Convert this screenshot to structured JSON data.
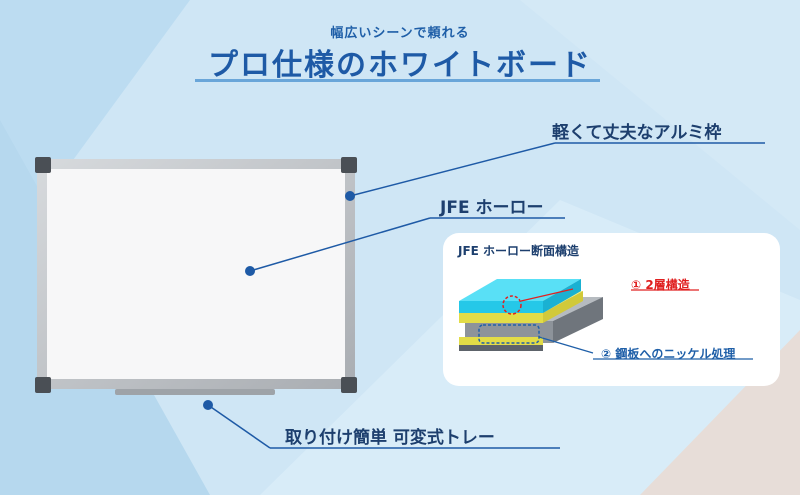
{
  "header": {
    "subtitle": "幅広いシーンで頼れる",
    "title": "プロ仕様のホワイトボード"
  },
  "features": {
    "frame": "軽くて丈夫なアルミ枠",
    "surface": "JFE ホーロー",
    "tray": "取り付け簡単 可変式トレー"
  },
  "inset": {
    "title": "JFE ホーロー断面構造",
    "callout_1": "① 2層構造",
    "callout_2": "② 鋼板へのニッケル処理"
  },
  "colors": {
    "accent": "#1e5aa6",
    "callout_red": "#e02020",
    "layer_cyan": "#3fd3f0",
    "layer_yellow": "#e8e35a",
    "layer_gray": "#8d939a"
  }
}
